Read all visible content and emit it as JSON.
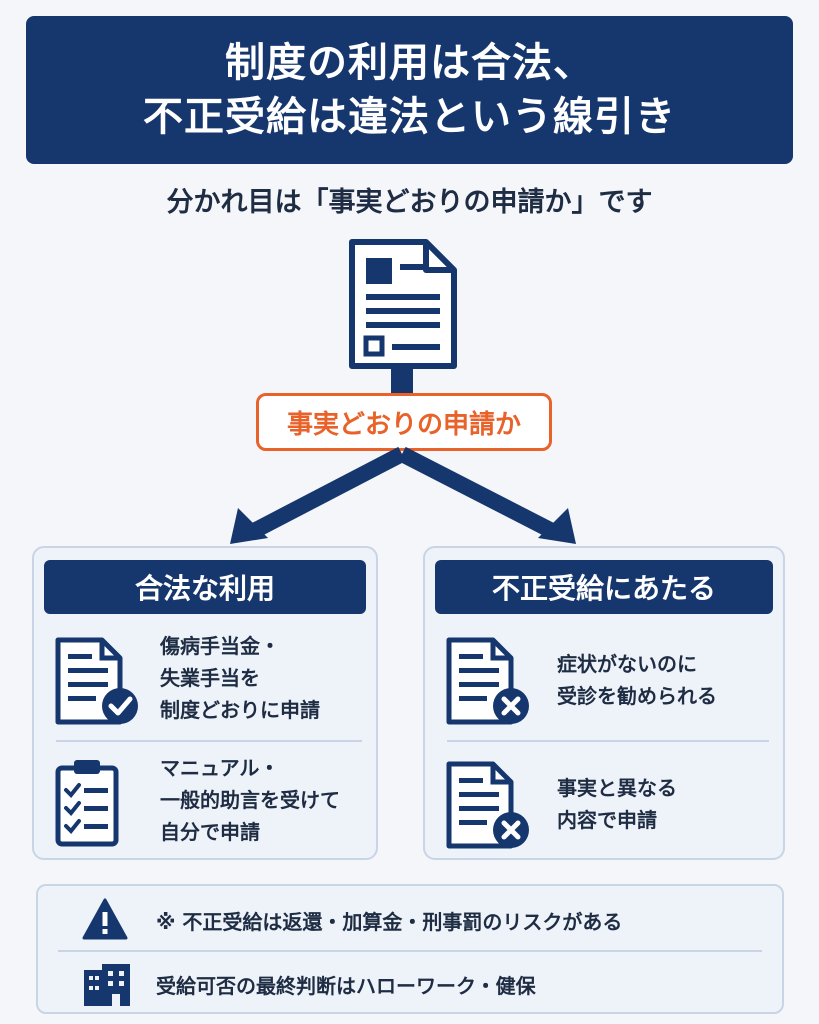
{
  "title": {
    "line1": "制度の利用は合法、",
    "line2": "不正受給は違法という線引き"
  },
  "subtitle": "分かれ目は「事実どおりの申請か」です",
  "decision": {
    "label": "事実どおりの申請か"
  },
  "legal_panel": {
    "header": "合法な利用",
    "items": [
      {
        "icon": "document-check-icon",
        "text": "傷病手当金・\n失業手当を\n制度どおりに申請"
      },
      {
        "icon": "checklist-clipboard-icon",
        "text": "マニュアル・\n一般的助言を受けて\n自分で申請"
      }
    ]
  },
  "fraud_panel": {
    "header": "不正受給にあたる",
    "items": [
      {
        "icon": "document-cross-icon",
        "text": "症状がないのに\n受診を勧められる"
      },
      {
        "icon": "document-cross-icon",
        "text": "事実と異なる\n内容で申請"
      }
    ]
  },
  "notice": {
    "warning_text": "※ 不正受給は返還・加算金・刑事罰のリスクがある",
    "authority_text": "受給可否の最終判断はハローワーク・健保"
  },
  "colors": {
    "navy": "#16366e",
    "orange": "#e8622a",
    "panel_bg": "#eef2f9"
  }
}
